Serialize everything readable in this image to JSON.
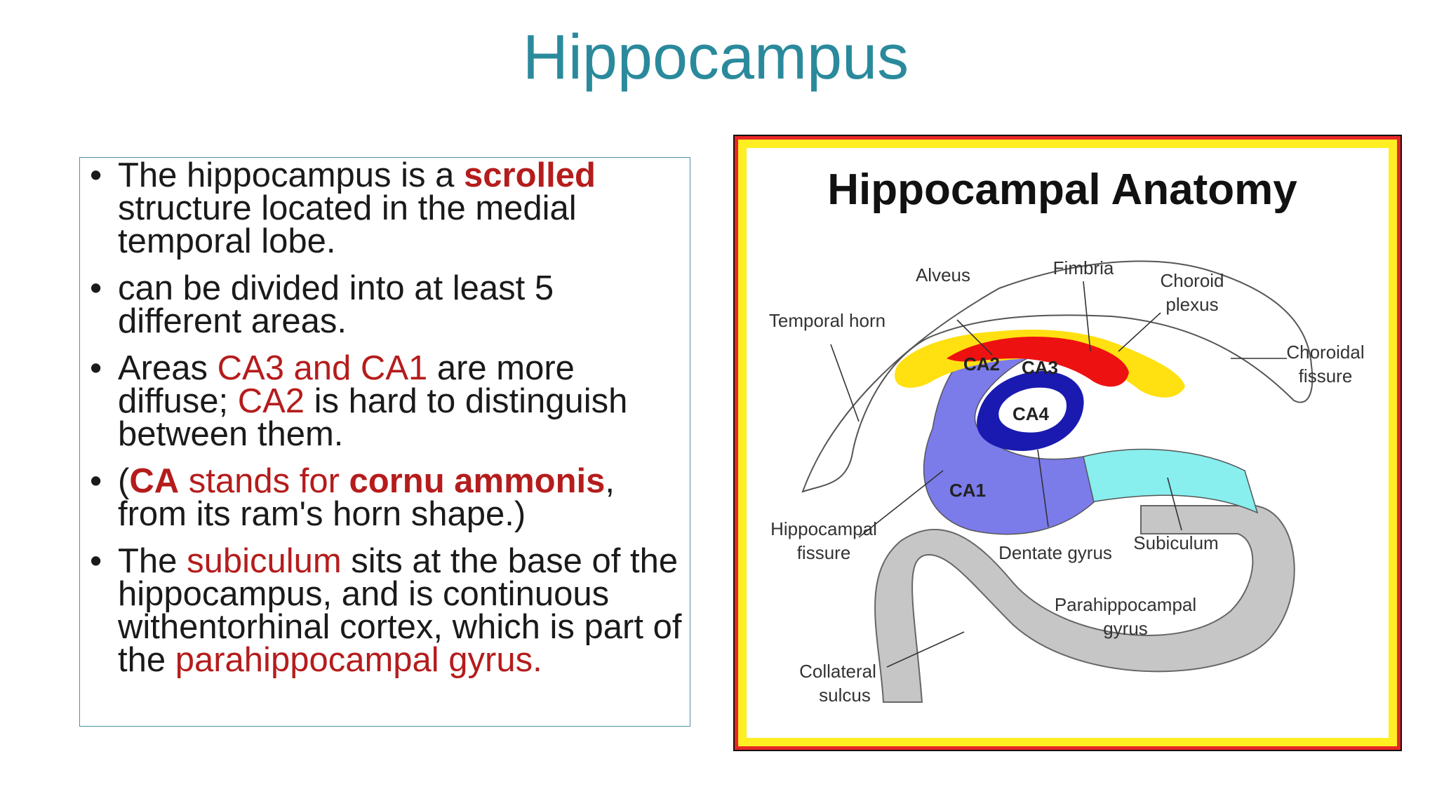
{
  "title": "Hippocampus",
  "bullets": [
    {
      "segments": [
        {
          "text": "The hippocampus is a ",
          "style": "normal"
        },
        {
          "text": "scrolled",
          "style": "red-bold"
        },
        {
          "text": " structure located in the medial temporal lobe.",
          "style": "normal"
        }
      ]
    },
    {
      "segments": [
        {
          "text": "can be divided into at least 5 different areas.",
          "style": "normal"
        }
      ]
    },
    {
      "segments": [
        {
          "text": "Areas ",
          "style": "normal"
        },
        {
          "text": "CA3 and CA1",
          "style": "red"
        },
        {
          "text": " are more diffuse; ",
          "style": "normal"
        },
        {
          "text": "CA2",
          "style": "red"
        },
        {
          "text": " is hard to distinguish between them.",
          "style": "normal"
        }
      ]
    },
    {
      "segments": [
        {
          "text": "(",
          "style": "normal"
        },
        {
          "text": "CA",
          "style": "red-bold"
        },
        {
          "text": " stands for ",
          "style": "red"
        },
        {
          "text": "cornu ammonis",
          "style": "red-bold"
        },
        {
          "text": ", from its ram's horn shape.)",
          "style": "normal"
        }
      ]
    },
    {
      "segments": [
        {
          "text": "The ",
          "style": "normal"
        },
        {
          "text": "subiculum",
          "style": "red"
        },
        {
          "text": " sits at the base of the hippocampus, and is continuous withentorhinal cortex, which is part of the ",
          "style": "normal"
        },
        {
          "text": "parahippocampal gyrus.",
          "style": "red"
        }
      ]
    }
  ],
  "figure": {
    "title": "Hippocampal Anatomy",
    "labels": {
      "alveus": "Alveus",
      "fimbria": "Fimbria",
      "choroid_plexus_1": "Choroid",
      "choroid_plexus_2": "plexus",
      "temporal_horn": "Temporal horn",
      "choroidal_fissure_1": "Choroidal",
      "choroidal_fissure_2": "fissure",
      "ca1": "CA1",
      "ca2": "CA2",
      "ca3": "CA3",
      "ca4": "CA4",
      "hippocampal_fissure_1": "Hippocampal",
      "hippocampal_fissure_2": "fissure",
      "dentate_gyrus": "Dentate gyrus",
      "subiculum": "Subiculum",
      "parahippocampal_gyrus_1": "Parahippocampal",
      "parahippocampal_gyrus_2": "gyrus",
      "collateral_sulcus_1": "Collateral",
      "collateral_sulcus_2": "sulcus"
    }
  },
  "colors": {
    "title": "#2a8a9c",
    "highlight": "#b51c1c",
    "frame_red": "#e82626",
    "frame_yellow": "#ffee22",
    "ca_regions": "#7b7bea",
    "dentate": "#1a1ab0",
    "subiculum": "#88eeee",
    "fimbria": "#ee1111",
    "choroid_plexus": "#ffe011",
    "parahippocampal": "#c6c6c6"
  }
}
